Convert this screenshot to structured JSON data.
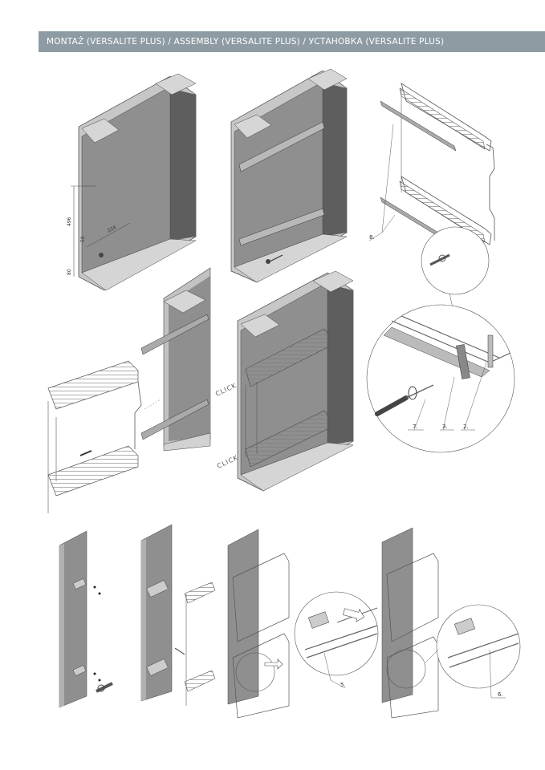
{
  "header": {
    "title": "MONTAŻ (VERSALITE PLUS) / ASSEMBLY (VERSALITE PLUS) / УСТАНОВКА (VERSALITE PLUS)"
  },
  "dimensions": {
    "d1": "496",
    "d2": "224",
    "d3": "50",
    "d4": "80"
  },
  "callouts": {
    "c8": "8.",
    "c7": "7.",
    "c3": "3.",
    "c2": "2.",
    "c5": "5.",
    "c6": "6."
  },
  "click_labels": {
    "top": "CLICK",
    "bottom": "CLICK"
  },
  "colors": {
    "header_bg": "#8e9ba2",
    "panel_gray": "#8f8f8f",
    "panel_dark": "#5e5e5e",
    "panel_light": "#d2d2d2",
    "line": "#333333"
  }
}
